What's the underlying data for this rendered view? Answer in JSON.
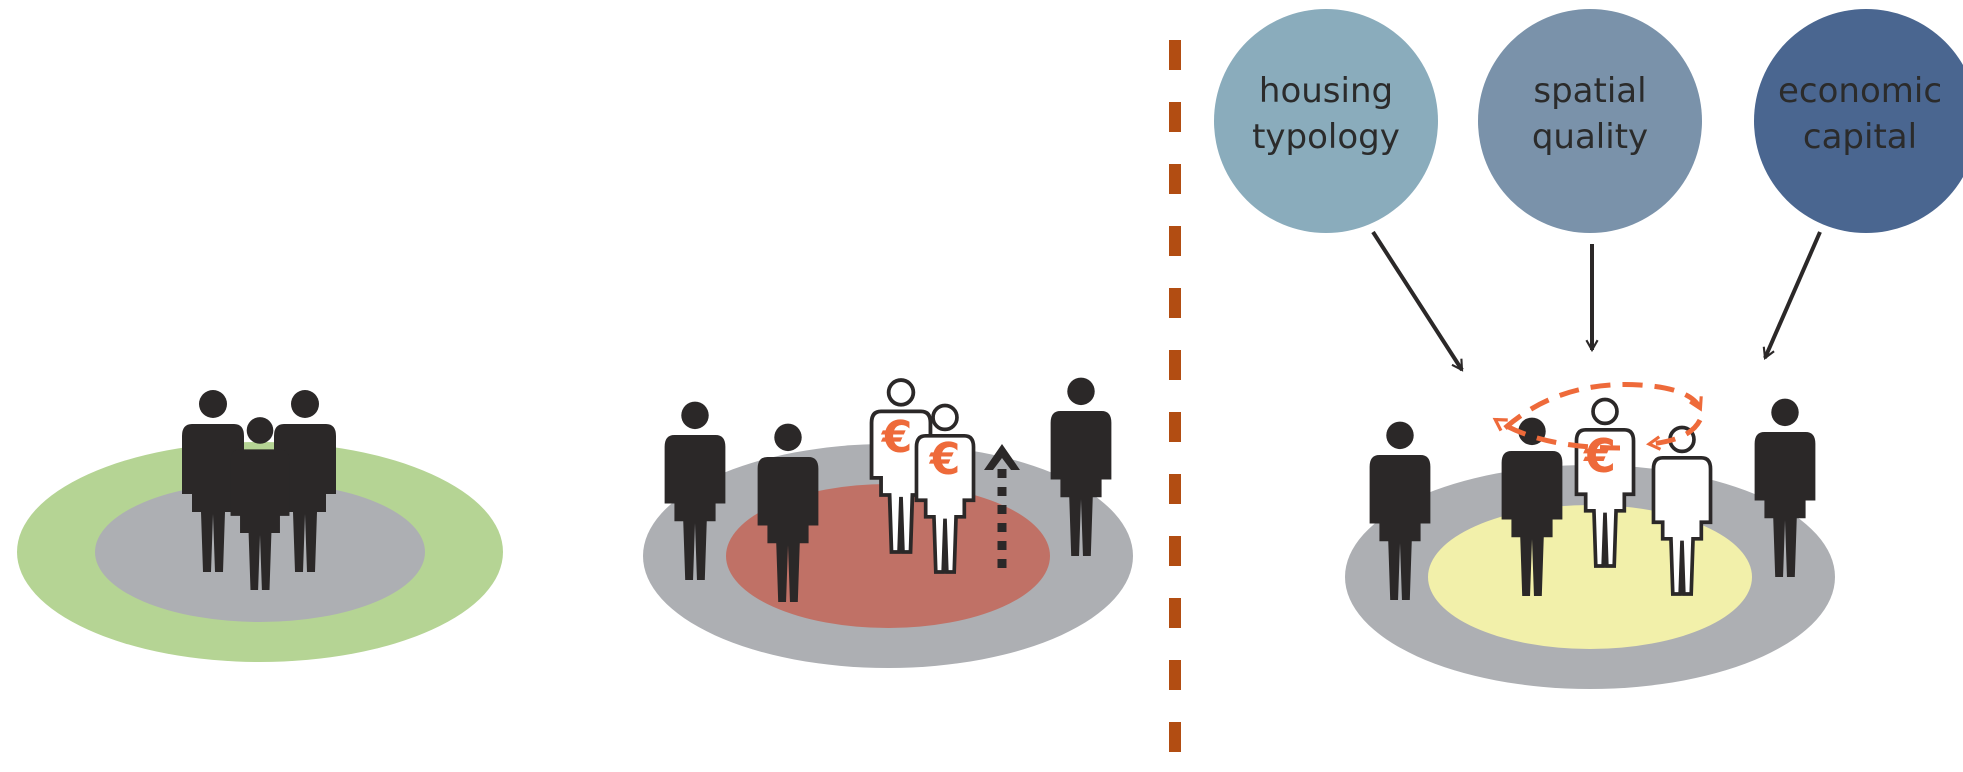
{
  "colors": {
    "background": "#ffffff",
    "person_solid": "#2b2828",
    "person_outline": "#2b2828",
    "green_ring": "#b5d494",
    "grey_ring": "#adafb3",
    "red_core": "#c07166",
    "yellow_core": "#f2f0aa",
    "euro": "#ee6a3a",
    "divider": "#b24d12",
    "arrow": "#2b2828",
    "cycle_arrow": "#ee6a3a",
    "circle_housing": "#8aacbc",
    "circle_spatial": "#7a92aa",
    "circle_economic": "#4a6690"
  },
  "factors": [
    {
      "id": "housing",
      "label_lines": [
        "housing",
        "typology"
      ]
    },
    {
      "id": "spatial",
      "label_lines": [
        "spatial",
        "quality"
      ]
    },
    {
      "id": "economic",
      "label_lines": [
        "economic",
        "capital"
      ]
    }
  ],
  "euro_symbol": "€",
  "icons": {
    "person_solid": "person-solid-icon",
    "person_outline": "person-outline-icon",
    "upward_arrow": "dotted-up-arrow-icon",
    "cycle": "circular-exchange-arrow-icon"
  }
}
